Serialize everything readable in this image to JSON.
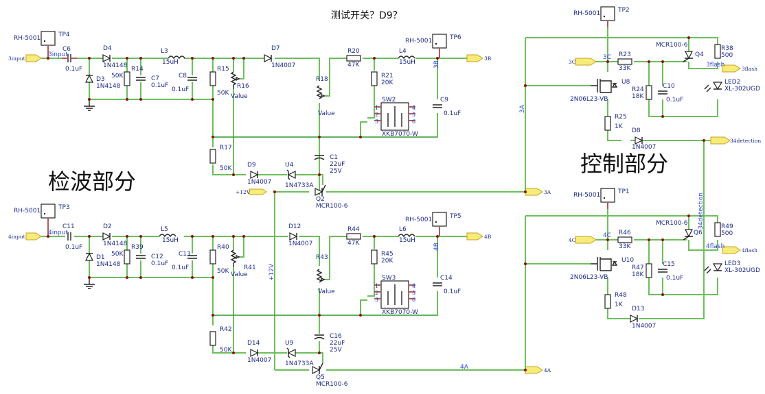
{
  "title": "测试开关？D9？",
  "sections": {
    "detect": "检波部分",
    "control": "控制部分"
  },
  "global_labels": {
    "in3": "3input",
    "in4": "4input",
    "out3b": "3B",
    "out4b": "4B",
    "p12v": "+12V",
    "out3a": "3A",
    "out4a": "4A",
    "in3c": "3C",
    "in4c": "4C",
    "flash3": "3flash",
    "flash4": "4flash",
    "det": "34detection"
  },
  "nets": {
    "n3input": "3input",
    "n4input": "4input",
    "n3B": "3B",
    "n4B": "4B",
    "n3A": "3A",
    "n4A": "4A",
    "n12v": "+12V",
    "n3C": "3C",
    "n4C": "4C",
    "n3flash": "3flash",
    "n4flash": "4flash",
    "n34det": "34detection"
  },
  "components": {
    "TP4": {
      "ref": "TP4",
      "value": "RH-5001"
    },
    "TP6": {
      "ref": "TP6",
      "value": "RH-5001"
    },
    "TP3": {
      "ref": "TP3",
      "value": "RH-5001"
    },
    "TP5": {
      "ref": "TP5",
      "value": "RH-5001"
    },
    "TP2": {
      "ref": "TP2",
      "value": "RH-5001"
    },
    "TP1": {
      "ref": "TP1",
      "value": "RH-5001"
    },
    "C6": {
      "ref": "C6",
      "value": "0.1uF"
    },
    "D4": {
      "ref": "D4",
      "value": "1N4148"
    },
    "D3": {
      "ref": "D3",
      "value": "1N4148"
    },
    "R14": {
      "ref": "R14",
      "value": "50K"
    },
    "C7": {
      "ref": "C7",
      "value": "0.1uF"
    },
    "L3": {
      "ref": "L3",
      "value": "15uH"
    },
    "C8": {
      "ref": "C8",
      "value": "0.1uF"
    },
    "R15": {
      "ref": "R15",
      "value": "50K"
    },
    "R16": {
      "ref": "R16",
      "value": "Value"
    },
    "D7": {
      "ref": "D7",
      "value": "1N4007"
    },
    "R18": {
      "ref": "R18",
      "value": "Value"
    },
    "R20": {
      "ref": "R20",
      "value": "47K"
    },
    "R21": {
      "ref": "R21",
      "value": "20K"
    },
    "L4": {
      "ref": "L4",
      "value": "15uH"
    },
    "SW2": {
      "ref": "SW2",
      "value": "XKB7070-W"
    },
    "C9": {
      "ref": "C9",
      "value": "0.1uF"
    },
    "R17": {
      "ref": "R17",
      "value": "50K"
    },
    "D9": {
      "ref": "D9",
      "value": "1N4007"
    },
    "U4": {
      "ref": "U4",
      "value": "1N4733A"
    },
    "C1": {
      "ref": "C1",
      "value": "22uF",
      "value2": "25V"
    },
    "Q2": {
      "ref": "Q2",
      "value": "MCR100-6"
    },
    "C11": {
      "ref": "C11",
      "value": "0.1uF"
    },
    "D2": {
      "ref": "D2",
      "value": "1N4148"
    },
    "D1": {
      "ref": "D1",
      "value": "1N4148"
    },
    "R39": {
      "ref": "R39",
      "value": "50K"
    },
    "C12": {
      "ref": "C12",
      "value": "0.1uF"
    },
    "L5": {
      "ref": "L5",
      "value": "15uH"
    },
    "C13": {
      "ref": "C13",
      "value": "0.1uF"
    },
    "R40": {
      "ref": "R40",
      "value": "50K"
    },
    "R41": {
      "ref": "R41",
      "value": "Value"
    },
    "D12": {
      "ref": "D12",
      "value": "1N4007"
    },
    "R43": {
      "ref": "R43",
      "value": "Value"
    },
    "R44": {
      "ref": "R44",
      "value": "47K"
    },
    "R45": {
      "ref": "R45",
      "value": "20K"
    },
    "L6": {
      "ref": "L6",
      "value": "15uH"
    },
    "SW3": {
      "ref": "SW3",
      "value": "XKB7070-W"
    },
    "C14": {
      "ref": "C14",
      "value": "0.1uF"
    },
    "R42": {
      "ref": "R42",
      "value": "50K"
    },
    "D14": {
      "ref": "D14",
      "value": "1N4007"
    },
    "U9": {
      "ref": "U9",
      "value": "1N4733A"
    },
    "C16": {
      "ref": "C16",
      "value": "22uF",
      "value2": "25V"
    },
    "Q5": {
      "ref": "Q5",
      "value": "MCR100-6"
    },
    "R23": {
      "ref": "R23",
      "value": "33K"
    },
    "U8": {
      "ref": "U8",
      "value": "2N06L23-VB"
    },
    "R24": {
      "ref": "R24",
      "value": "18K"
    },
    "C10": {
      "ref": "C10",
      "value": "0.1uF"
    },
    "Q4": {
      "ref": "Q4",
      "value": "MCR100-6"
    },
    "R38": {
      "ref": "R38",
      "value": "500"
    },
    "LED2": {
      "ref": "LED2",
      "value": "XL-302UGD"
    },
    "R25": {
      "ref": "R25",
      "value": "1K"
    },
    "D8": {
      "ref": "D8",
      "value": "1N4007"
    },
    "R46": {
      "ref": "R46",
      "value": "33K"
    },
    "U10": {
      "ref": "U10",
      "value": "2N06L23-VB"
    },
    "R47": {
      "ref": "R47",
      "value": "18K"
    },
    "C15": {
      "ref": "C15",
      "value": "0.1uF"
    },
    "Q6": {
      "ref": "Q6",
      "value": "MCR100-6"
    },
    "R49": {
      "ref": "R49",
      "value": "500"
    },
    "LED3": {
      "ref": "LED3",
      "value": "XL-302UGD"
    },
    "R48": {
      "ref": "R48",
      "value": "1K"
    },
    "D13": {
      "ref": "D13",
      "value": "1N4007"
    }
  },
  "switch_pins": [
    "1",
    "2",
    "3",
    "4",
    "5",
    "6"
  ],
  "tp_pin": "1"
}
